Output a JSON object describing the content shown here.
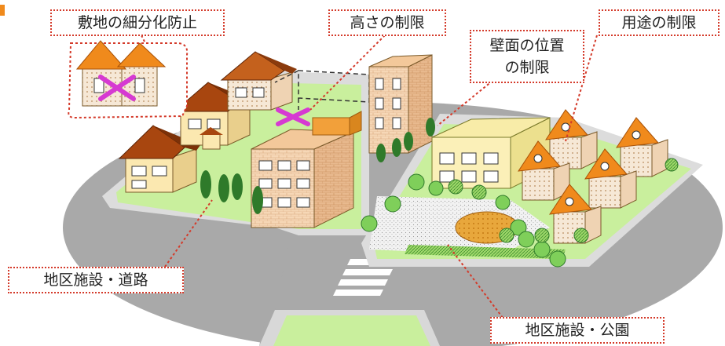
{
  "labels": {
    "subdivision": "敷地の細分化防止",
    "height": "高さの制限",
    "wall_line1": "壁面の位置",
    "wall_line2": "の制限",
    "use": "用途の制限",
    "facility_road": "地区施設・道路",
    "facility_park": "地区施設・公園"
  },
  "colors": {
    "road": "#a9a9a9",
    "sidewalk": "#dcdcdc",
    "grass": "#c9ef9d",
    "leader_line": "#d43a2a",
    "roof_brown": "#a8460f",
    "roof_orange": "#f08a1c",
    "cross_mark": "#d63ad2"
  }
}
